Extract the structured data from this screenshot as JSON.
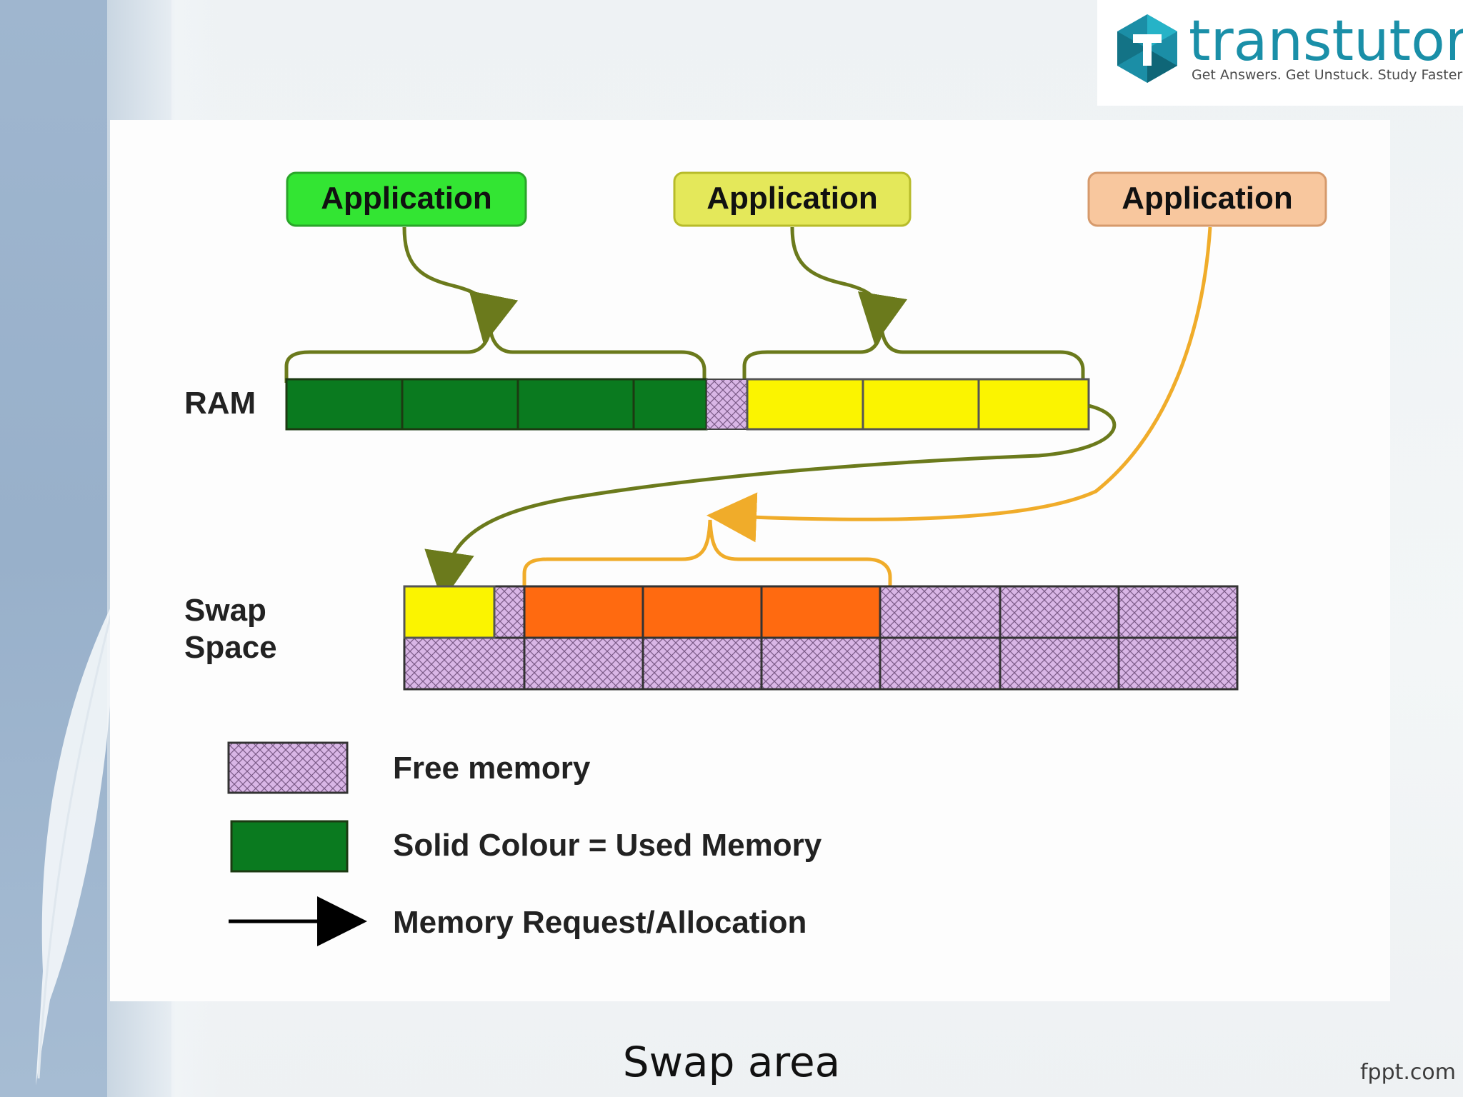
{
  "logo": {
    "name": "transtutors",
    "tagline": "Get Answers. Get Unstuck. Study Faster"
  },
  "diagram": {
    "applications": [
      {
        "label": "Application",
        "fill": "#33e533",
        "stroke": "#2aa52a"
      },
      {
        "label": "Application",
        "fill": "#e4e85a",
        "stroke": "#b7bb2a"
      },
      {
        "label": "Application",
        "fill": "#f8c79e",
        "stroke": "#d69a6c"
      }
    ],
    "ram_label": "RAM",
    "swap_label_line1": "Swap",
    "swap_label_line2": "Space",
    "colors": {
      "used_green": "#0a7a1f",
      "used_yellow": "#fbf400",
      "used_orange": "#ff6a10",
      "free_memory": "#d9b6e6",
      "arrow_olive": "#6b7a1c",
      "arrow_orange": "#f0ac2a"
    },
    "legend": [
      {
        "type": "free",
        "text": "Free memory"
      },
      {
        "type": "used",
        "text": "Solid Colour = Used Memory"
      },
      {
        "type": "arrow",
        "text": "Memory Request/Allocation"
      }
    ]
  },
  "slide_title": "Swap area",
  "footer_credit": "fppt.com"
}
